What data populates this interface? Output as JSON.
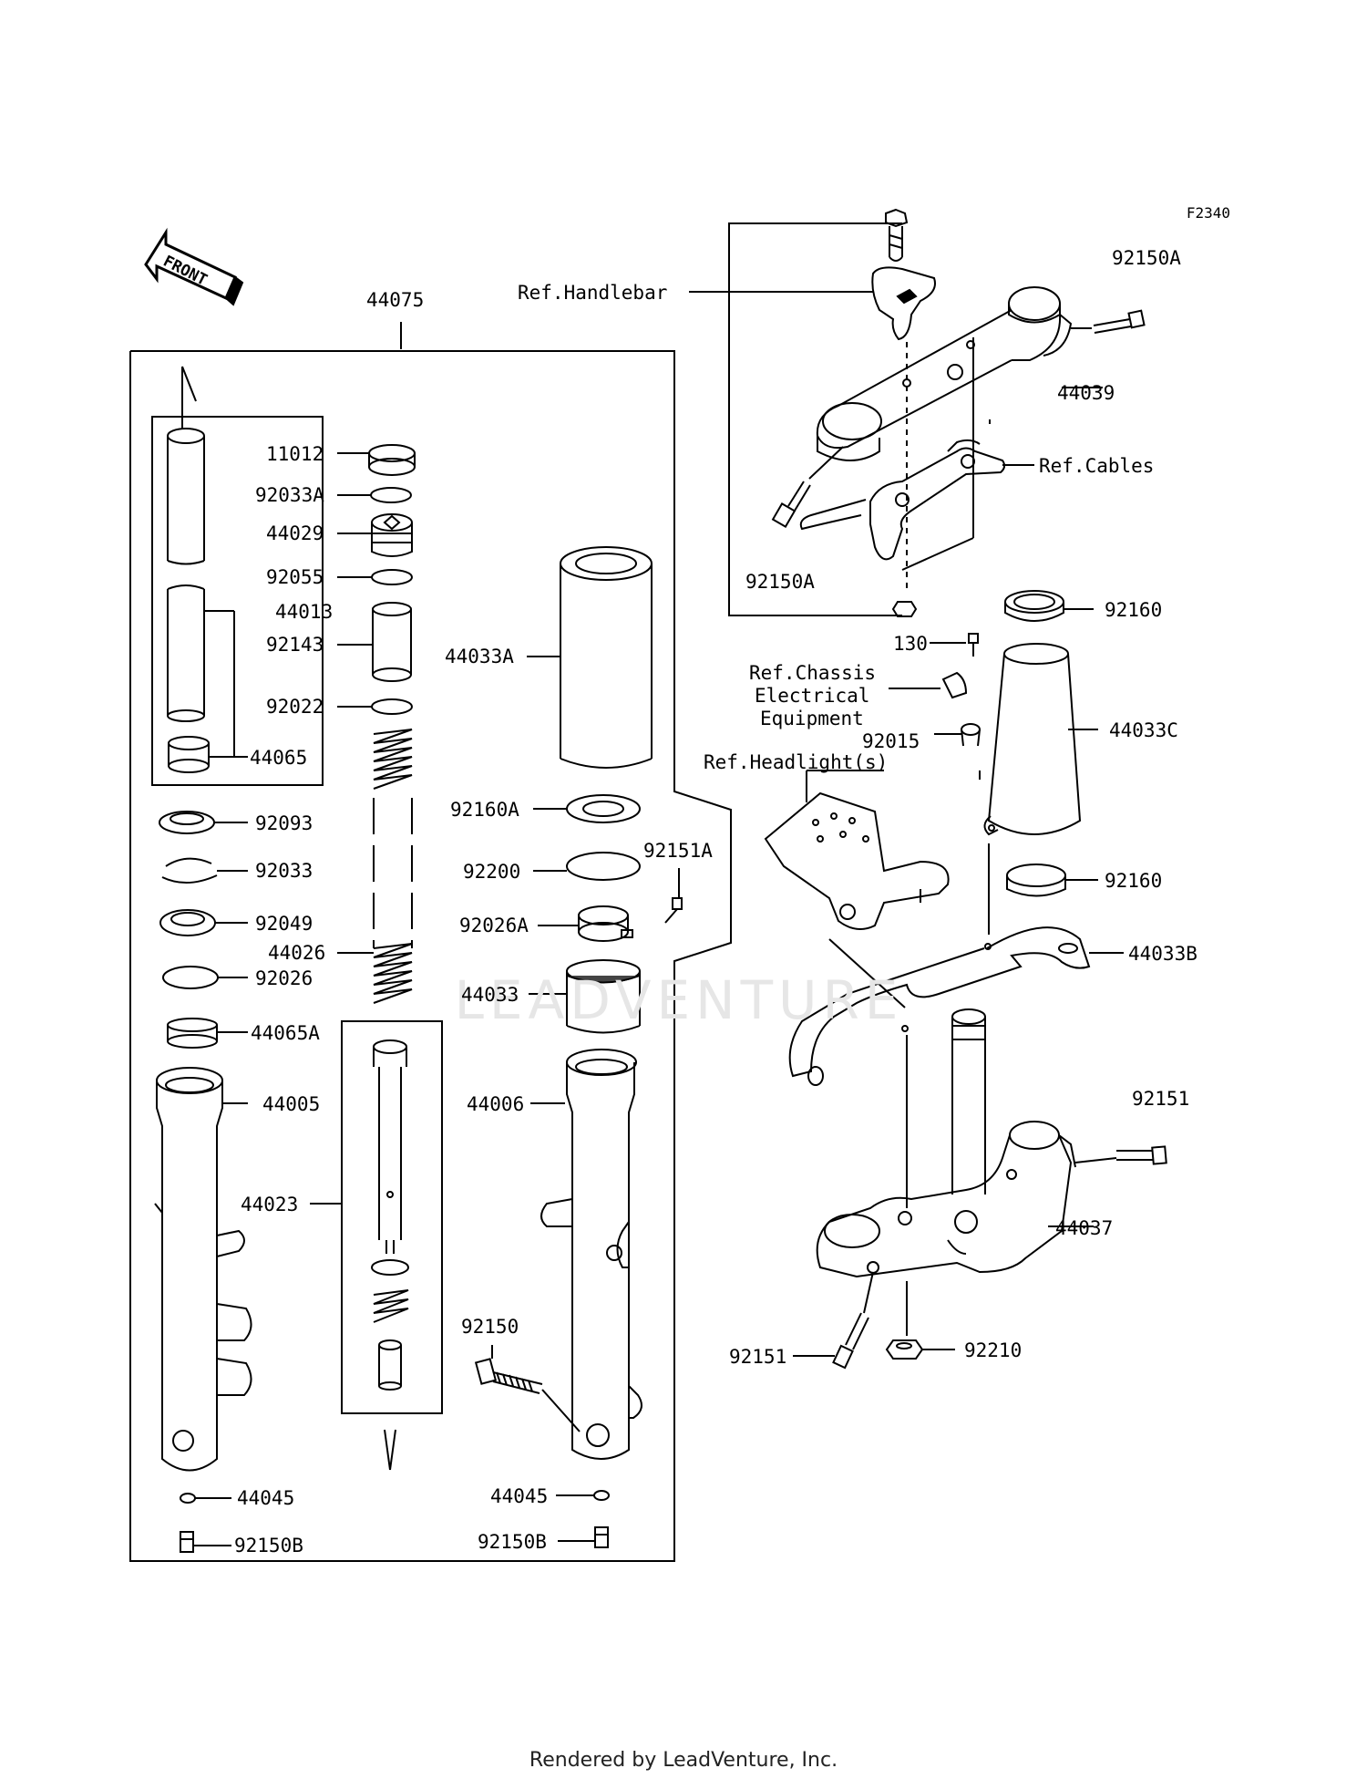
{
  "figure_code": "F2340",
  "front_label": "FRONT",
  "watermark": "LEADVENTURE",
  "footer": "Rendered by LeadVenture, Inc.",
  "labels": {
    "p44075": "44075",
    "p11012": "11012",
    "p92033A": "92033A",
    "p44029": "44029",
    "p92055": "92055",
    "p44013": "44013",
    "p92143": "92143",
    "p92022": "92022",
    "p44065": "44065",
    "p92093": "92093",
    "p92033": "92033",
    "p92049": "92049",
    "p44026": "44026",
    "p92026": "92026",
    "p44065A": "44065A",
    "p44005": "44005",
    "p44023": "44023",
    "p44045_l": "44045",
    "p92150B_l": "92150B",
    "p44033A": "44033A",
    "p92160A": "92160A",
    "p92200": "92200",
    "p92151A": "92151A",
    "p92026A": "92026A",
    "p44033": "44033",
    "p44006": "44006",
    "p92150": "92150",
    "p44045_r": "44045",
    "p92150B_r": "92150B",
    "ref_handlebar": "Ref.Handlebar",
    "p92150A_top": "92150A",
    "p44039": "44039",
    "ref_cables": "Ref.Cables",
    "p92150A_left": "92150A",
    "p92160_top": "92160",
    "p130": "130",
    "ref_chassis_1": "Ref.Chassis",
    "ref_chassis_2": "Electrical",
    "ref_chassis_3": "Equipment",
    "p92015": "92015",
    "p44033C": "44033C",
    "ref_headlight": "Ref.Headlight(s)",
    "p92160_bot": "92160",
    "p44033B": "44033B",
    "p92151_top": "92151",
    "p44037": "44037",
    "p92151_bot": "92151",
    "p92210": "92210"
  }
}
